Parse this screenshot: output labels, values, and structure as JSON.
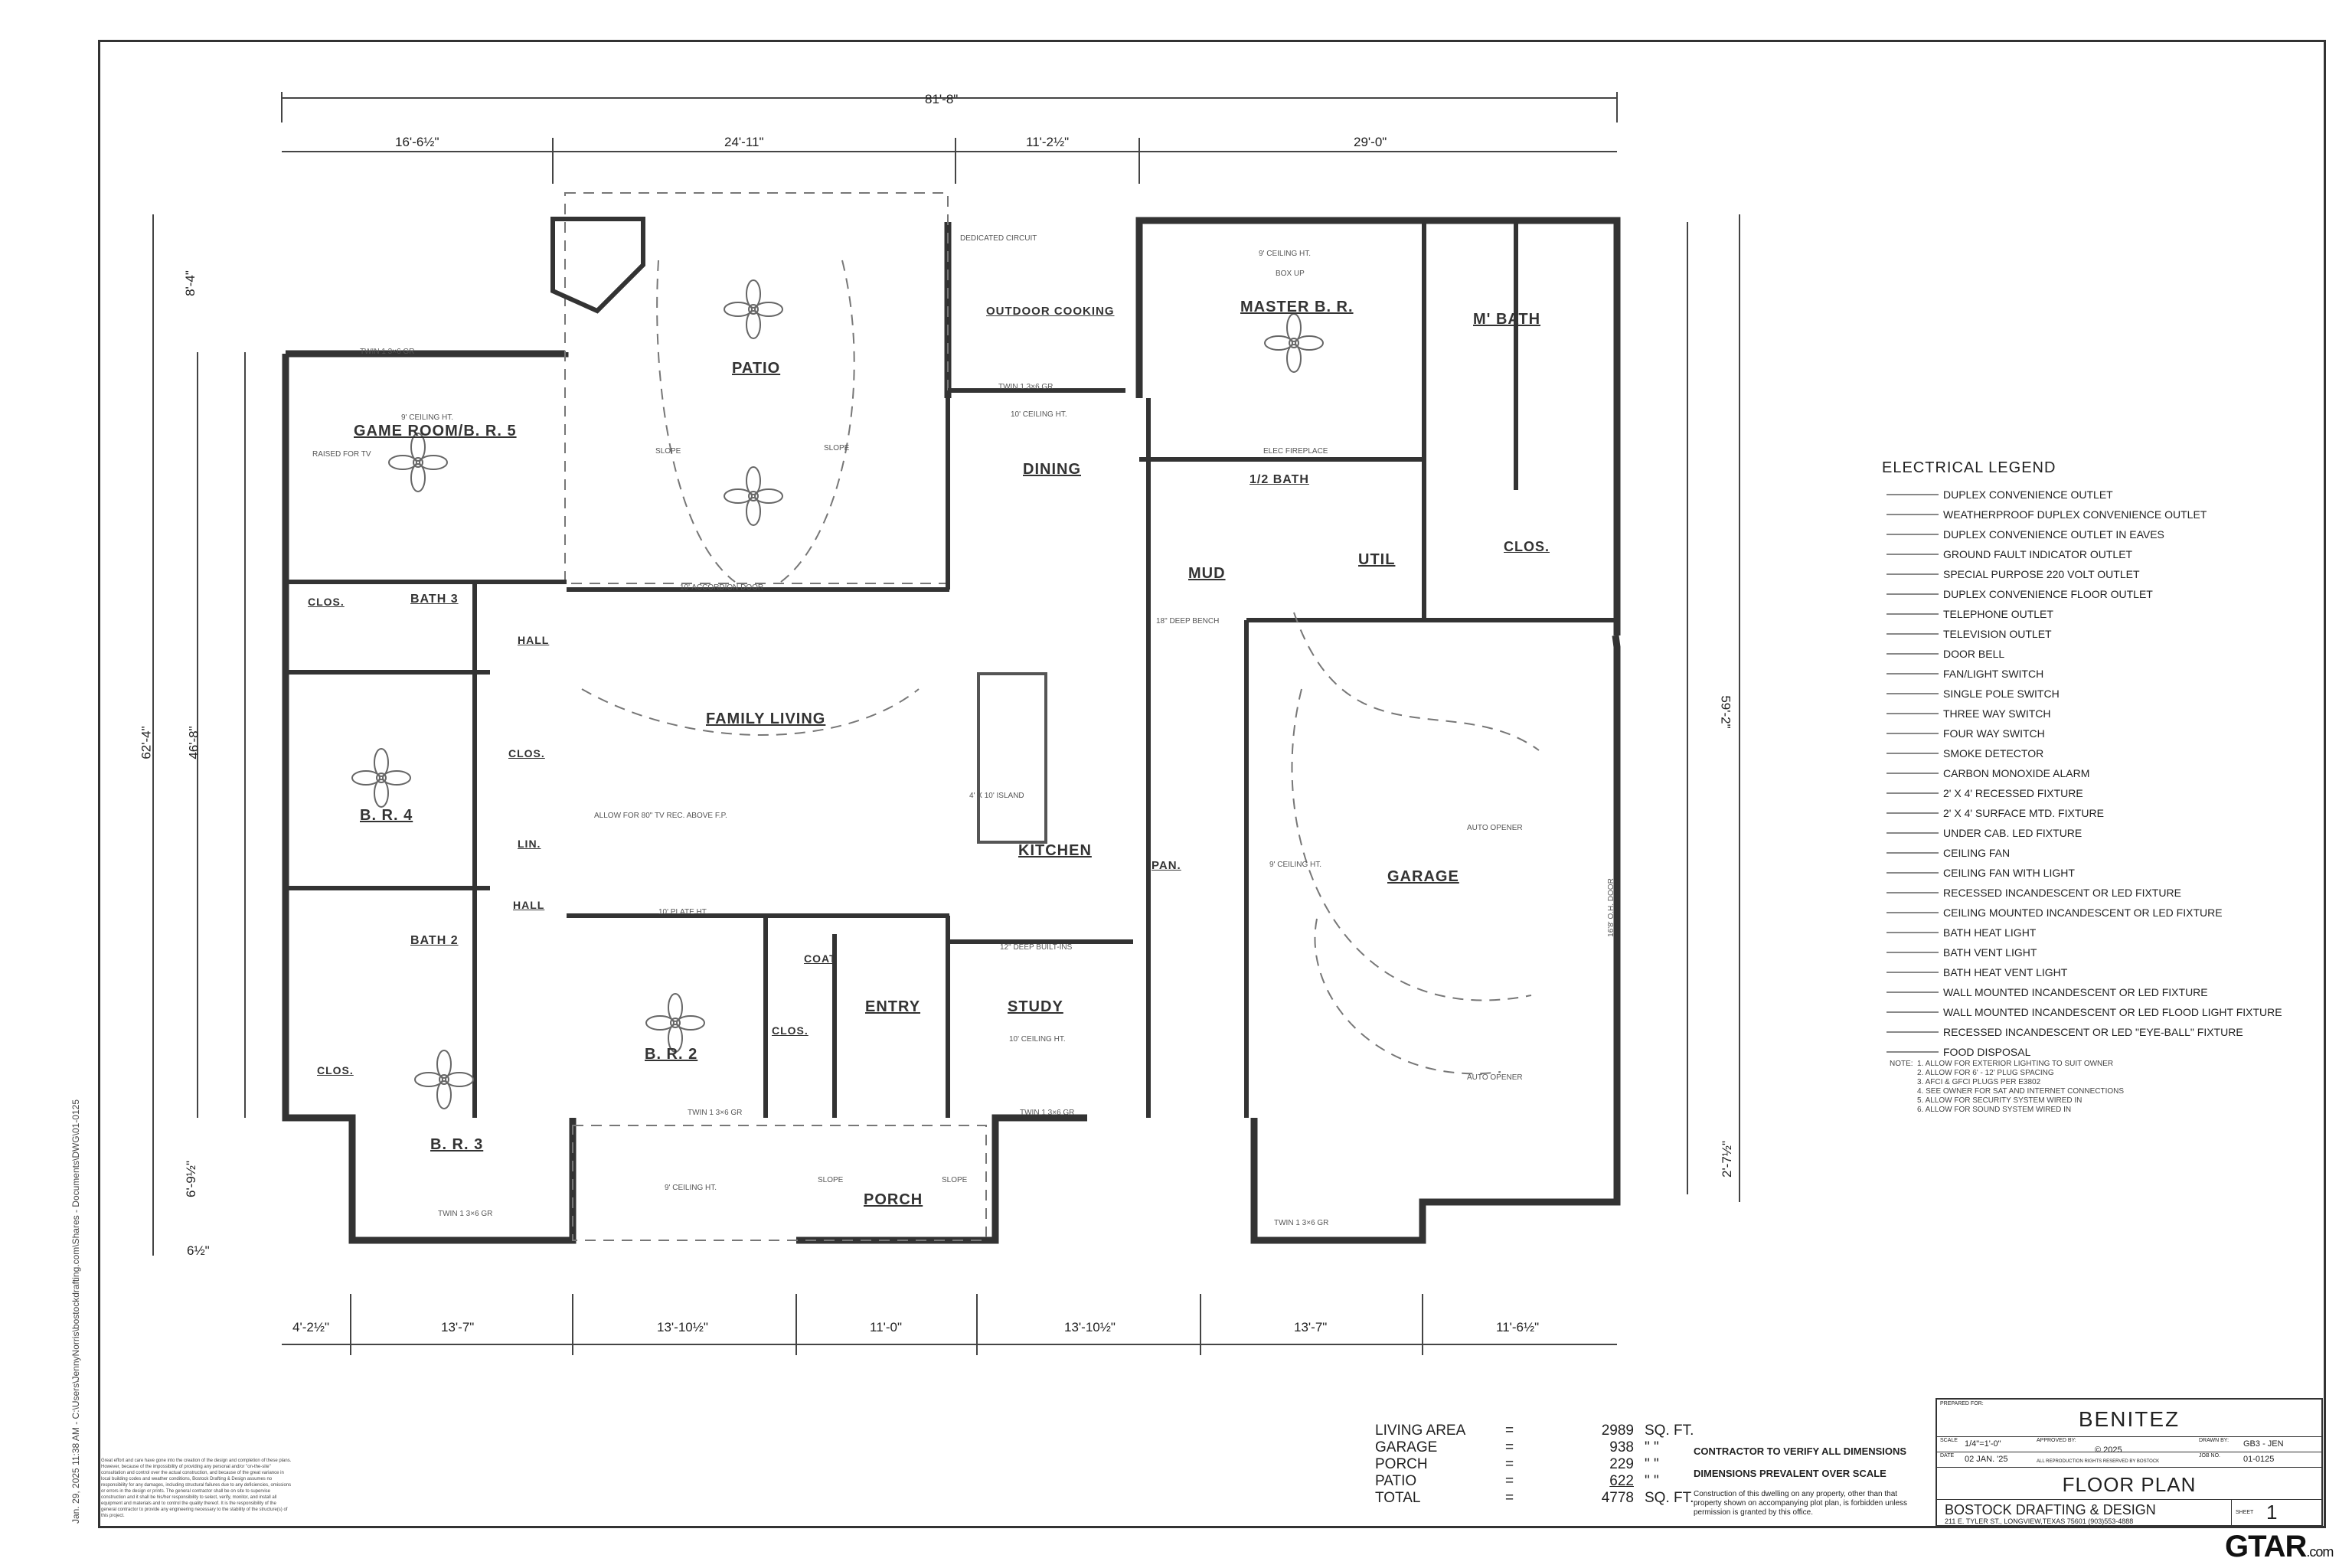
{
  "dimensions": {
    "overall_width": "81'-8\"",
    "top_segments": [
      "16'-6½\"",
      "24'-11\"",
      "11'-2½\"",
      "29'-0\""
    ],
    "bottom_segments": [
      "4'-2½\"",
      "13'-7\"",
      "13'-10½\"",
      "11'-0\"",
      "13'-10½\"",
      "13'-7\"",
      "11'-6½\""
    ],
    "left_overall": "62'-4\"",
    "left_inner": "46'-8\"",
    "left_top": "8'-4\"",
    "left_bottom": "6'-9½\"",
    "left_tail": "6½\"",
    "right_overall": "59'-2\"",
    "right_bottom": "2'-7½\""
  },
  "rooms": {
    "game_room": "GAME ROOM/B. R. 5",
    "patio": "PATIO",
    "outdoor_cooking": "OUTDOOR COOKING",
    "master": "MASTER B. R.",
    "m_bath": "M' BATH",
    "dining": "DINING",
    "half_bath": "1/2 BATH",
    "util": "UTIL",
    "clos_master": "CLOS.",
    "mud": "MUD",
    "bath3": "BATH 3",
    "clos_bath3": "CLOS.",
    "hall1": "HALL",
    "family": "FAMILY LIVING",
    "br4": "B. R.  4",
    "clos_br4": "CLOS.",
    "lin": "LIN.",
    "hall2": "HALL",
    "kitchen": "KITCHEN",
    "pan": "PAN.",
    "garage": "GARAGE",
    "bath2": "BATH 2",
    "coat": "COAT",
    "entry": "ENTRY",
    "study": "STUDY",
    "br2": "B. R.  2",
    "clos_br2": "CLOS.",
    "clos_br3": "CLOS.",
    "br3": "B. R.  3",
    "porch": "PORCH"
  },
  "notes_plan": {
    "ceil9": "9' CEILING HT.",
    "ceil10": "10' CEILING HT.",
    "accordion": "10' ACCORDION DOOR",
    "plate": "10' PLATE HT.",
    "twin": "TWIN 1 3×6 GR",
    "slope": "SLOPE",
    "elec_fp": "ELEC FIREPLACE",
    "box_up": "BOX UP",
    "island": "4' X 10' ISLAND",
    "oh_door": "16'8' O.H. DOOR",
    "auto_opener": "AUTO OPENER",
    "bench": "18\" DEEP BENCH",
    "builtins": "12\" DEEP BUILT-INS",
    "dedicated": "DEDICATED CIRCUIT",
    "raised_tv": "RAISED FOR TV",
    "allow_tv": "ALLOW FOR 80\" TV REC. ABOVE F.P."
  },
  "legend": {
    "title": "ELECTRICAL LEGEND",
    "items": [
      "DUPLEX CONVENIENCE OUTLET",
      "WEATHERPROOF DUPLEX CONVENIENCE OUTLET",
      "DUPLEX CONVENIENCE OUTLET IN EAVES",
      "GROUND FAULT INDICATOR OUTLET",
      "SPECIAL PURPOSE 220 VOLT OUTLET",
      "DUPLEX CONVENIENCE FLOOR OUTLET",
      "TELEPHONE OUTLET",
      "TELEVISION OUTLET",
      "DOOR BELL",
      "FAN/LIGHT SWITCH",
      "SINGLE POLE SWITCH",
      "THREE WAY SWITCH",
      "FOUR WAY SWITCH",
      "SMOKE DETECTOR",
      "CARBON MONOXIDE ALARM",
      "2' X 4' RECESSED FIXTURE",
      "2' X 4' SURFACE MTD. FIXTURE",
      "UNDER CAB. LED FIXTURE",
      "CEILING FAN",
      "CEILING FAN WITH LIGHT",
      "RECESSED INCANDESCENT OR LED FIXTURE",
      "CEILING MOUNTED INCANDESCENT OR LED FIXTURE",
      "BATH HEAT LIGHT",
      "BATH VENT LIGHT",
      "BATH HEAT VENT LIGHT",
      "WALL MOUNTED INCANDESCENT OR LED FIXTURE",
      "WALL MOUNTED INCANDESCENT OR LED FLOOD LIGHT FIXTURE",
      "RECESSED INCANDESCENT OR LED \"EYE-BALL\" FIXTURE",
      "FOOD DISPOSAL"
    ],
    "note_label": "NOTE:",
    "notes": [
      "1. ALLOW FOR EXTERIOR LIGHTING TO SUIT OWNER",
      "2. ALLOW FOR 6' - 12' PLUG SPACING",
      "3. AFCI & GFCI PLUGS PER E3802",
      "4. SEE OWNER FOR SAT AND INTERNET CONNECTIONS",
      "5. ALLOW FOR SECURITY SYSTEM WIRED IN",
      "6. ALLOW FOR SOUND SYSTEM WIRED IN"
    ]
  },
  "areas": [
    {
      "label": "LIVING AREA",
      "eq": "=",
      "value": "2989",
      "unit": "SQ. FT."
    },
    {
      "label": "GARAGE",
      "eq": "=",
      "value": "938",
      "unit": "\"   \""
    },
    {
      "label": "PORCH",
      "eq": "=",
      "value": "229",
      "unit": "\"   \""
    },
    {
      "label": "PATIO",
      "eq": "=",
      "value": "622",
      "unit": "\"   \""
    },
    {
      "label": "TOTAL",
      "eq": "=",
      "value": "4778",
      "unit": "SQ. FT."
    }
  ],
  "contractor": {
    "line1": "CONTRACTOR TO VERIFY ALL DIMENSIONS",
    "line2": "DIMENSIONS PREVALENT OVER SCALE",
    "line3": "Construction of this dwelling on any property, other than that property shown on accompanying plot plan, is forbidden unless permission is granted by this office."
  },
  "titleblock": {
    "prepared_for_label": "PREPARED FOR:",
    "client": "BENITEZ",
    "scale_label": "SCALE",
    "scale": "1/4\"=1'-0\"",
    "approved_label": "APPROVED BY:",
    "copyright": "© 2025",
    "drawn_label": "DRAWN BY:",
    "drawn": "GB3 - JEN",
    "date_label": "DATE",
    "date": "02 JAN. '25",
    "rights": "ALL REPRODUCTION RIGHTS RESERVED BY BOSTOCK",
    "job_label": "JOB NO.",
    "job": "01-0125",
    "sheet_title": "FLOOR PLAN",
    "firm": "BOSTOCK DRAFTING & DESIGN",
    "address": "211 E. TYLER ST., LONGVIEW,TEXAS 75601   (903)553-4888",
    "sheet_label": "SHEET",
    "sheet_no": "1"
  },
  "disclaimer": "Great effort and care have gone into the creation of the design and completion of these plans. However, because of the impossibility of providing any personal and/or \"on-the-site\" consultation and control over the actual construction, and because of the great variance in local building codes and weather conditions, Bostock Drafting & Design assumes no responsibility for any damages, including structural failures due to any deficiencies, omissions or errors in the design or prints. The general contractor shall be on site to supervise construction and it shall be his/her responsibility to select, verify, monitor, and install all equipment and materials and to control the quality thereof. It is the responsibility of the general contractor to provide any engineering necessary to the stability of the structure(s) of this project.",
  "file_path": "Jan. 29, 2025  11:38 AM  -  C:\\Users\\JennyNorris\\bostockdrafting.com\\Shares - Documents\\DWG\\01-0125",
  "watermark": {
    "brand": "GTAR",
    "suffix": ".com"
  }
}
